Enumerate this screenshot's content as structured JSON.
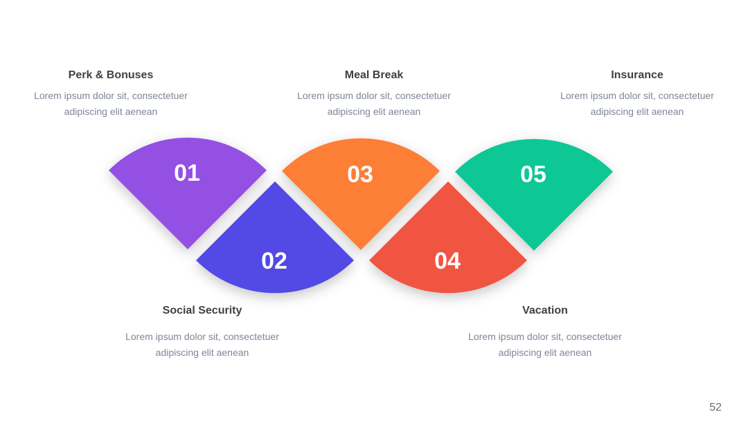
{
  "items": [
    {
      "number": "01",
      "title": "Perk & Bonuses",
      "desc_line1": "Lorem ipsum dolor sit, consectetuer",
      "desc_line2": "adipiscing elit aenean",
      "color": "#9450e3"
    },
    {
      "number": "02",
      "title": "Social Security",
      "desc_line1": "Lorem ipsum dolor sit, consectetuer",
      "desc_line2": "adipiscing elit aenean",
      "color": "#5348e5"
    },
    {
      "number": "03",
      "title": "Meal Break",
      "desc_line1": "Lorem ipsum dolor sit, consectetuer",
      "desc_line2": "adipiscing elit aenean",
      "color": "#fd7e35"
    },
    {
      "number": "04",
      "title": "Vacation",
      "desc_line1": "Lorem ipsum dolor sit, consectetuer",
      "desc_line2": "adipiscing elit aenean",
      "color": "#f05442"
    },
    {
      "number": "05",
      "title": "Insurance",
      "desc_line1": "Lorem ipsum dolor sit, consectetuer",
      "desc_line2": "adipiscing elit aenean",
      "color": "#10c795"
    }
  ],
  "page_number": "52"
}
